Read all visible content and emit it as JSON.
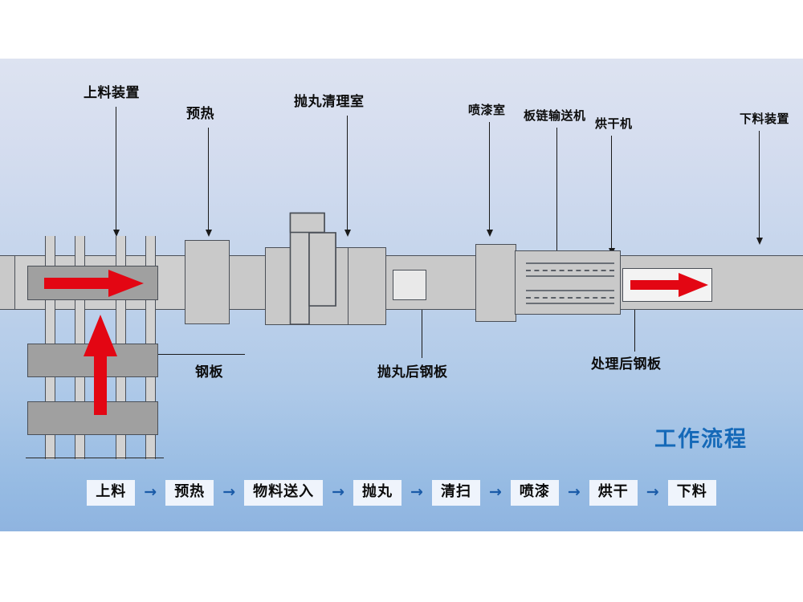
{
  "diagram": {
    "title": "工作流程",
    "title_color": "#1569b8",
    "background": {
      "gradient_top": "#dde3f1",
      "gradient_bottom": "#8fb4e0"
    },
    "callouts": [
      {
        "id": "loading-device",
        "label": "上料装置"
      },
      {
        "id": "preheat",
        "label": "预热"
      },
      {
        "id": "shot-blast-room",
        "label": "抛丸清理室"
      },
      {
        "id": "paint-booth",
        "label": "喷漆室"
      },
      {
        "id": "plate-chain-conveyor",
        "label": "板链输送机"
      },
      {
        "id": "dryer",
        "label": "烘干机"
      },
      {
        "id": "unloading-device",
        "label": "下料装置"
      },
      {
        "id": "steel-plate",
        "label": "钢板"
      },
      {
        "id": "plate-after-blast",
        "label": "抛丸后钢板"
      },
      {
        "id": "plate-after-treat",
        "label": "处理后钢板"
      }
    ],
    "flow": {
      "steps": [
        "上料",
        "预热",
        "物料送入",
        "抛丸",
        "清扫",
        "喷漆",
        "烘干",
        "下料"
      ],
      "arrow": "→",
      "arrow_color": "#1a5ba8",
      "box_bg": "#eff4fc"
    },
    "colors": {
      "machine_body": "#c9c9c9",
      "machine_outline": "#4a4f57",
      "steel_plate_raw": "#a0a0a0",
      "steel_plate_blasted": "#e9e9e9",
      "steel_plate_finished": "#f3f3f3",
      "motion_arrow": "#e30613"
    }
  }
}
